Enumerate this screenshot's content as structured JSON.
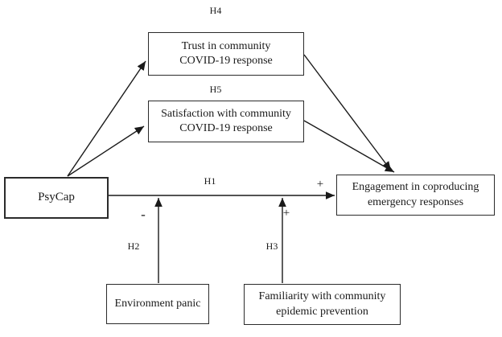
{
  "diagram": {
    "nodes": {
      "psycap": {
        "label": "PsyCap"
      },
      "trust": {
        "label": "Trust in community\nCOVID-19 response"
      },
      "satisfaction": {
        "label": "Satisfaction with community\nCOVID-19 response"
      },
      "engagement": {
        "label": "Engagement in coproducing\nemergency responses"
      },
      "environment_panic": {
        "label": "Environment panic"
      },
      "familiarity": {
        "label": "Familiarity with community\nepidemic prevention"
      }
    },
    "hypothesis_labels": {
      "h1": "H1",
      "h2": "H2",
      "h3": "H3",
      "h4": "H4",
      "h5": "H5"
    },
    "effect_signs": {
      "h1_positive": "+",
      "h2_negative": "-",
      "h3_positive": "+"
    },
    "colors": {
      "background": "#ffffff",
      "line": "#1a1a1a",
      "box_border": "#2b2b2b",
      "text": "#1a1a1a"
    }
  }
}
